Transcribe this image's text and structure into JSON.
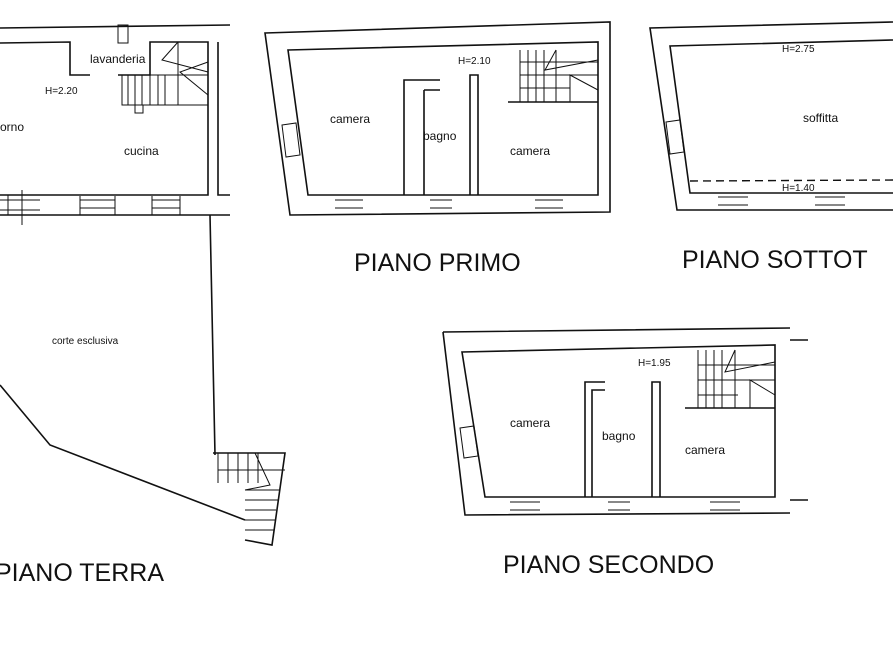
{
  "plans": {
    "terra": {
      "title": "PIANO TERRA",
      "rooms": [
        "lavanderia",
        "orno",
        "cucina",
        "corte esclusiva"
      ],
      "height": "H=2.20"
    },
    "primo": {
      "title": "PIANO PRIMO",
      "rooms": [
        "camera",
        "bagno",
        "camera"
      ],
      "height": "H=2.10"
    },
    "sottotetto": {
      "title": "PIANO SOTTOT",
      "rooms": [
        "soffitta"
      ],
      "height_max": "H=2.75",
      "height_min": "H=1.40"
    },
    "secondo": {
      "title": "PIANO SECONDO",
      "rooms": [
        "camera",
        "bagno",
        "camera"
      ],
      "height": "H=1.95"
    }
  }
}
